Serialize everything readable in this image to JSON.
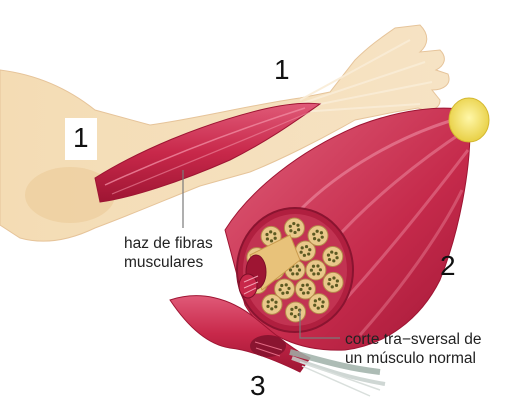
{
  "labels": {
    "arm_number_1": "1",
    "hand_number_1": "1",
    "muscle_number_2": "2",
    "fiber_number_3": "3",
    "haz_line1": "haz de fibras",
    "haz_line2": "musculares",
    "corte_line1": "corte tra−sversal de",
    "corte_line2": "un músculo normal"
  },
  "colors": {
    "muscle": "#c8284a",
    "muscle_dark": "#9e1533",
    "tendon": "#f1e06a",
    "skin": "#f2d2a8",
    "fascicle_fill": "#e9c88a",
    "fiber_dot": "#6a6a2a",
    "pointer": "#7a7a7a"
  }
}
